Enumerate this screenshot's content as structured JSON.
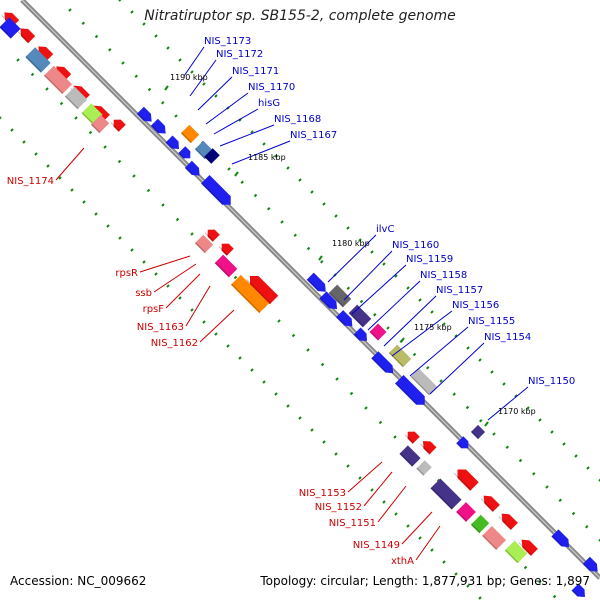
{
  "title": "Nitratiruptor sp. SB155-2, complete genome",
  "footer": {
    "accession": "Accession: NC_009662",
    "topology": "Topology: circular; Length: 1,877,931 bp; Genes: 1,897"
  },
  "kbp_labels": [
    "1190 kbp",
    "1185 kbp",
    "1180 kbp",
    "1175 kbp",
    "1170 kbp"
  ],
  "colors": {
    "forward_strand": "#2020ee",
    "reverse_strand": "#ee1111",
    "backbone": "#888888",
    "tick": "#118811",
    "label_reverse": "#cc0000",
    "label_forward": "#0000cc"
  },
  "gene_labels_forward": [
    "NIS_1173",
    "NIS_1172",
    "NIS_1171",
    "NIS_1170",
    "hisG",
    "NIS_1168",
    "NIS_1167",
    "ilvC",
    "NIS_1160",
    "NIS_1159",
    "NIS_1158",
    "NIS_1157",
    "NIS_1156",
    "NIS_1155",
    "NIS_1154",
    "NIS_1150"
  ],
  "gene_labels_reverse": [
    "NIS_1174",
    "rpsR",
    "ssb",
    "rpsF",
    "NIS_1163",
    "NIS_1162",
    "NIS_1153",
    "NIS_1152",
    "NIS_1151",
    "NIS_1149",
    "xthA"
  ]
}
